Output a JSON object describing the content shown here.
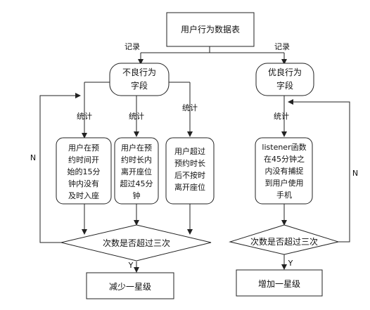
{
  "nodes": {
    "top_table": "用户行为数据表",
    "bad_field": [
      "不良行为",
      "字段"
    ],
    "good_field": [
      "优良行为",
      "字段"
    ],
    "cond1": [
      "用户在预",
      "约时间开",
      "始的15分",
      "钟内没有",
      "及时入座"
    ],
    "cond2": [
      "用户在预",
      "约时长内",
      "离开座位",
      "超过45分",
      "钟"
    ],
    "cond3": [
      "用户超过",
      "预约时长",
      "后不按时",
      "离开座位"
    ],
    "listener": [
      "listener函数",
      "在45分钟之",
      "内没有捕捉",
      "到用户使用",
      "手机"
    ],
    "decision_left": "次数是否超过三次",
    "decision_right": "次数是否超过三次",
    "result_left": "减少一星级",
    "result_right": "增加一星级"
  },
  "edge_labels": {
    "record_left": "记录",
    "record_right": "记录",
    "stat1": "统计",
    "stat2": "统计",
    "stat3": "统计",
    "stat_right": "统计",
    "no_left": "N",
    "no_right": "N",
    "yes_left": "Y",
    "yes_right": "Y"
  }
}
